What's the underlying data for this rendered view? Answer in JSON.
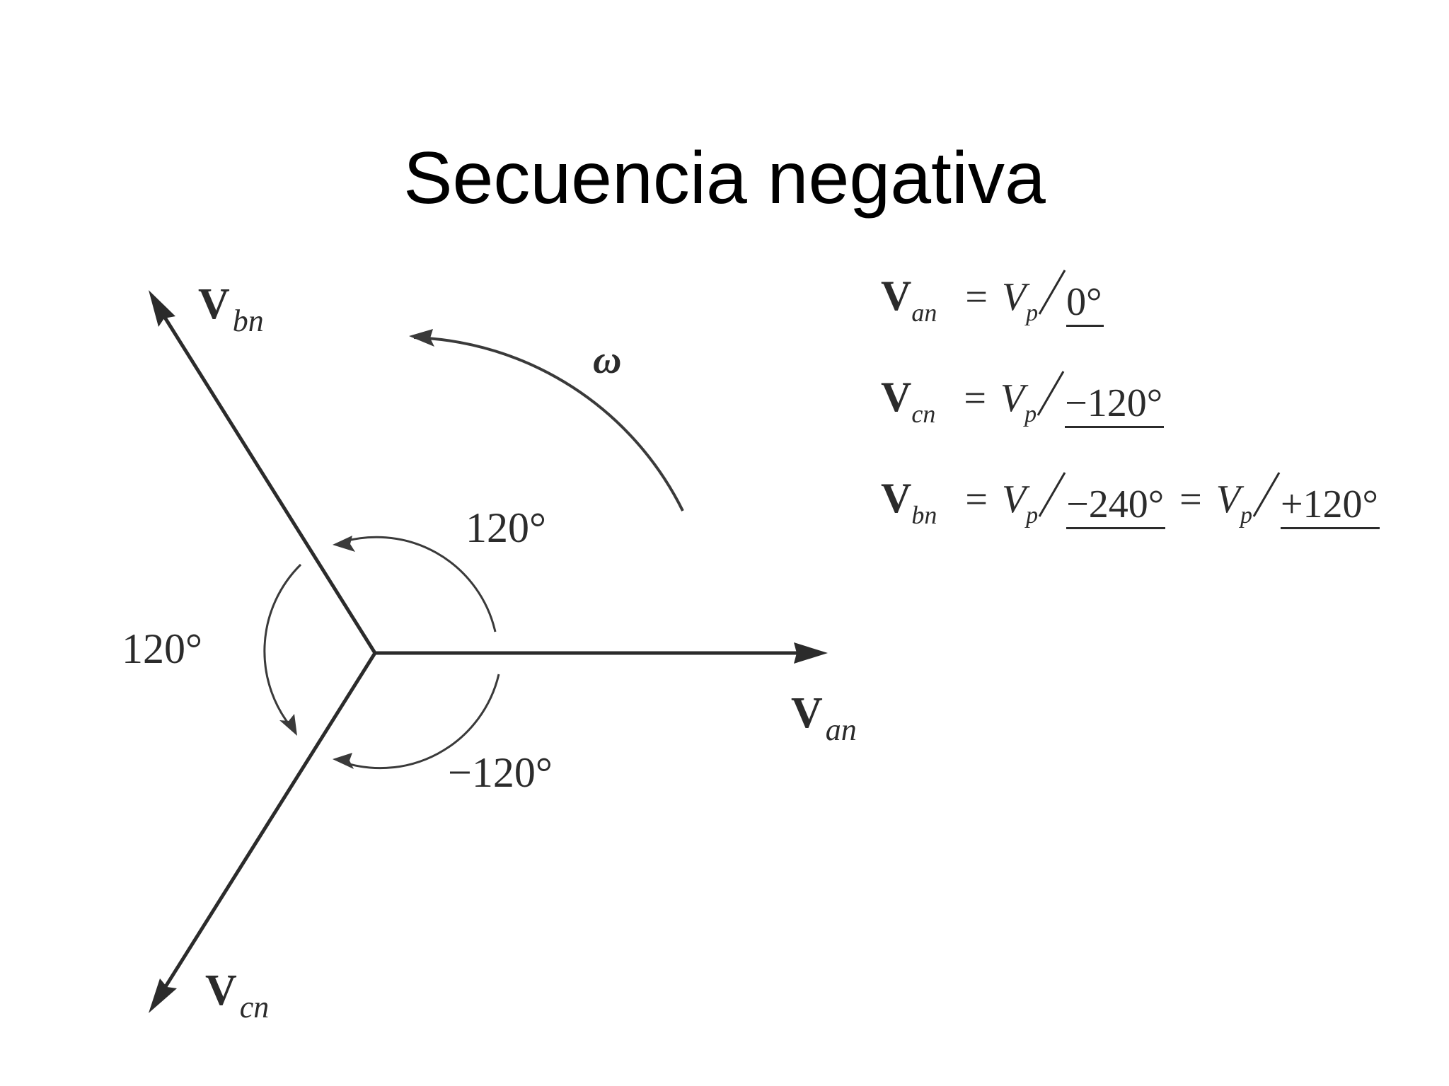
{
  "title": "Secuencia negativa",
  "diagram": {
    "phasor_labels": {
      "van": {
        "main": "V",
        "sub": "an"
      },
      "vbn": {
        "main": "V",
        "sub": "bn"
      },
      "vcn": {
        "main": "V",
        "sub": "cn"
      }
    },
    "rotation_label": "ω",
    "angle_labels": {
      "top_right": "120°",
      "left": "120°",
      "bottom_right": "−120°"
    }
  },
  "equations": [
    {
      "lhs_sub": "an",
      "parts": [
        {
          "angle": "0°"
        }
      ]
    },
    {
      "lhs_sub": "cn",
      "parts": [
        {
          "angle": "−120°"
        }
      ]
    },
    {
      "lhs_sub": "bn",
      "parts": [
        {
          "angle": "−240°"
        },
        {
          "angle": "+120°"
        }
      ]
    }
  ],
  "eq_symbols": {
    "v": "V",
    "vp": "V",
    "p": "p",
    "equals": "="
  },
  "colors": {
    "ink": "#2b2b2b",
    "title": "#000000",
    "background": "#ffffff"
  }
}
